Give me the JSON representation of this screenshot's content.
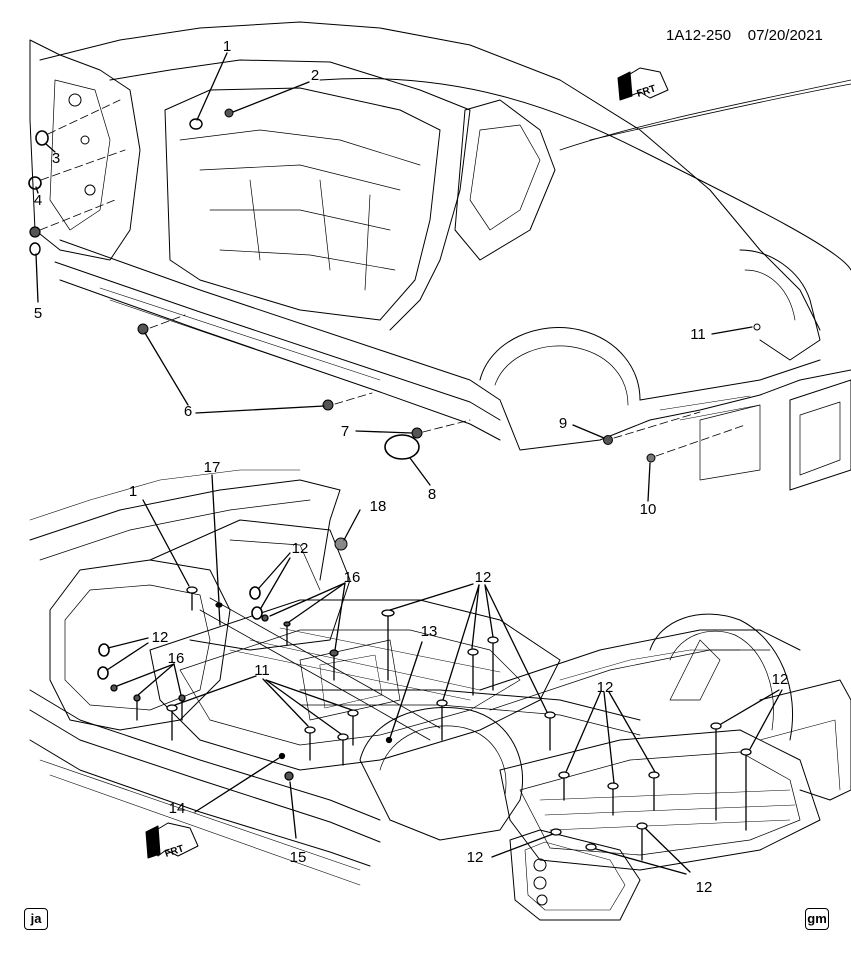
{
  "header": {
    "diagram_id": "1A12-250",
    "date": "07/20/2021"
  },
  "orientation": {
    "top_label": "FRT",
    "bottom_label": "FRT"
  },
  "footer": {
    "left_badge": "ja",
    "right_badge": "gm"
  },
  "callouts": {
    "c1a": "1",
    "c2": "2",
    "c3": "3",
    "c4": "4",
    "c5": "5",
    "c6": "6",
    "c7": "7",
    "c8": "8",
    "c9": "9",
    "c10": "10",
    "c11a": "11",
    "c1b": "1",
    "c17": "17",
    "c18": "18",
    "c12a": "12",
    "c16a": "16",
    "c12b": "12",
    "c12c": "12",
    "c16b": "16",
    "c11b": "11",
    "c13": "13",
    "c12d": "12",
    "c12e": "12",
    "c14": "14",
    "c15": "15",
    "c12f": "12",
    "c12g": "12"
  }
}
